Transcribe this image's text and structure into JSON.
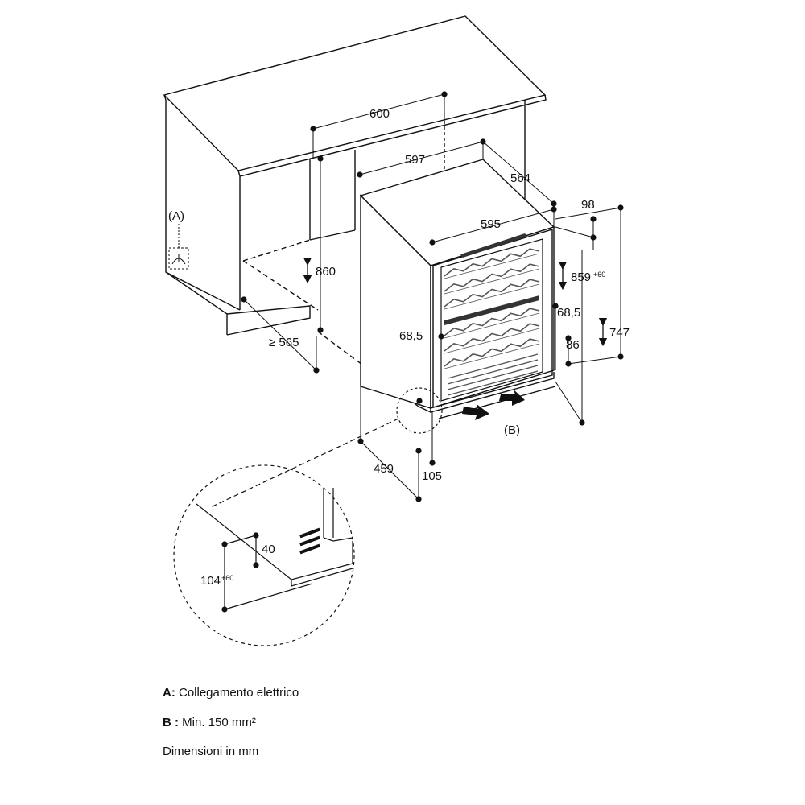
{
  "dimensions": {
    "d600": "600",
    "d597": "597",
    "d564": "564",
    "d595": "595",
    "d98": "98",
    "d860": "860",
    "d859": "859",
    "d859_tol": "+60",
    "d68_5_left": "68,5",
    "d68_5_right": "68,5",
    "d747": "747",
    "d86": "86",
    "d565": "≥ 565",
    "d459": "459",
    "d105": "105",
    "d40": "40",
    "d104": "104",
    "d104_tol": "+60"
  },
  "callouts": {
    "a": "(A)",
    "b": "(B)"
  },
  "legend": {
    "a_key": "A:",
    "a_text": "Collegamento elettrico",
    "b_key": "B :",
    "b_text": "Min. 150 mm²",
    "units": "Dimensioni in mm"
  },
  "colors": {
    "line": "#111111",
    "shelf": "#555555",
    "handle": "#333333"
  }
}
